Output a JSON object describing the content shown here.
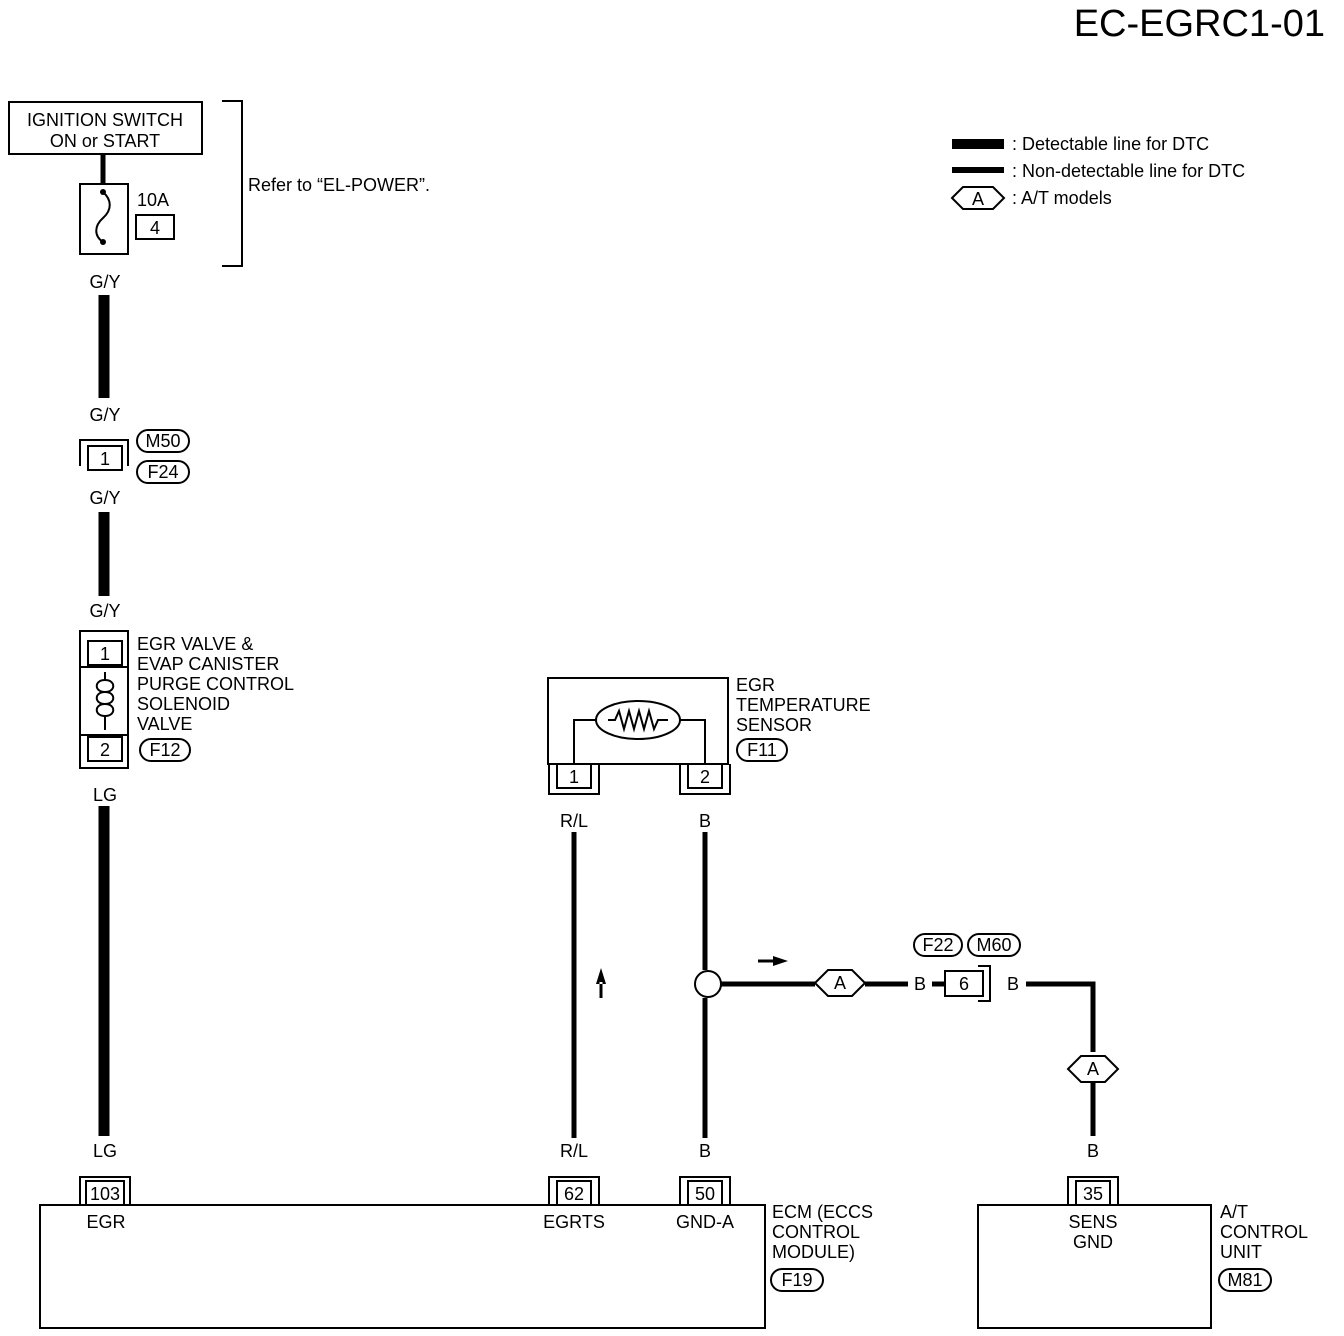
{
  "diagram_id": "EC-EGRC1-01",
  "legend": {
    "detectable": ": Detectable line for DTC",
    "non_detectable": ": Non-detectable line for DTC",
    "at_symbol": "A",
    "at_models": ": A/T models"
  },
  "ignition": {
    "line1": "IGNITION SWITCH",
    "line2": "ON or START",
    "fuse_amp": "10A",
    "fuse_no": "4",
    "refer": "Refer to “EL-POWER”."
  },
  "wires": {
    "gy1": "G/Y",
    "gy2": "G/Y",
    "gy3": "G/Y",
    "gy4": "G/Y",
    "lg1": "LG",
    "lg2": "LG",
    "rl1": "R/L",
    "rl2": "R/L",
    "b1": "B",
    "b2": "B",
    "b3": "B",
    "b4": "B",
    "b5": "B"
  },
  "joint_connector": {
    "pin": "1",
    "code1": "M50",
    "code2": "F24"
  },
  "solenoid": {
    "pin1": "1",
    "pin2": "2",
    "code": "F12",
    "lines": [
      "EGR VALVE &",
      "EVAP CANISTER",
      "PURGE CONTROL",
      "SOLENOID",
      "VALVE"
    ]
  },
  "egr_sensor": {
    "pin1": "1",
    "pin2": "2",
    "code": "F11",
    "lines": [
      "EGR",
      "TEMPERATURE",
      "SENSOR"
    ]
  },
  "at_connector": {
    "pin": "6",
    "code1": "F22",
    "code2": "M60",
    "marker": "A"
  },
  "ecm": {
    "pins": [
      "103",
      "62",
      "50"
    ],
    "terminals": [
      "EGR",
      "EGRTS",
      "GND-A"
    ],
    "lines": [
      "ECM (ECCS",
      "CONTROL",
      "MODULE)"
    ],
    "code": "F19"
  },
  "at_unit": {
    "pin": "35",
    "terminal": [
      "SENS",
      "GND"
    ],
    "lines": [
      "A/T",
      "CONTROL",
      "UNIT"
    ],
    "code": "M81"
  }
}
